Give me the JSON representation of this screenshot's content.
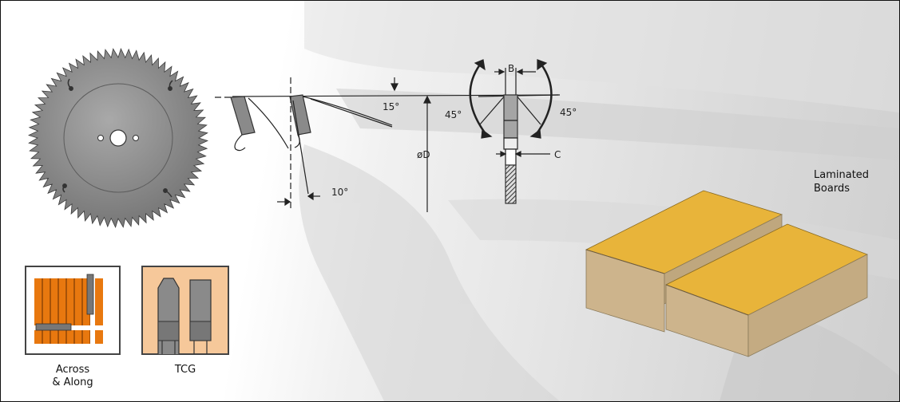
{
  "dimensions": {
    "angle_top": "15°",
    "angle_side": "10°",
    "angle_left": "45°",
    "angle_right": "45°",
    "label_b": "B",
    "label_c": "C",
    "label_d": "øD"
  },
  "material": {
    "line1": "Laminated",
    "line2": "Boards"
  },
  "icons": {
    "cut_line1": "Across",
    "cut_line2": "& Along",
    "tooth_label": "TCG"
  },
  "colors": {
    "blade": "#8c8c8c",
    "board_top": "#e8b43a",
    "board_core": "#cdb48c",
    "icon_orange": "#e8780f",
    "icon_peach": "#f6c89a"
  }
}
